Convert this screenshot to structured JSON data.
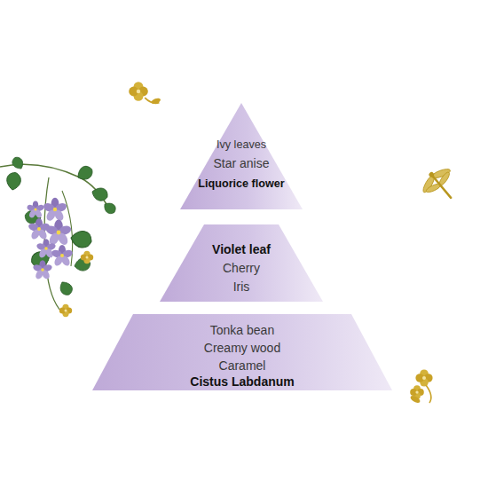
{
  "diagram": {
    "nodes": [
      {
        "text": [
          "Ivy leaves",
          "Star anise",
          "Liquorice flower"
        ]
      },
      {
        "text": [
          "Violet leaf",
          "Cherry",
          "Iris"
        ]
      },
      {
        "text": [
          "Tonka bean",
          "Creamy wood",
          "Caramel",
          "Cistus Labdanum"
        ]
      }
    ]
  }
}
